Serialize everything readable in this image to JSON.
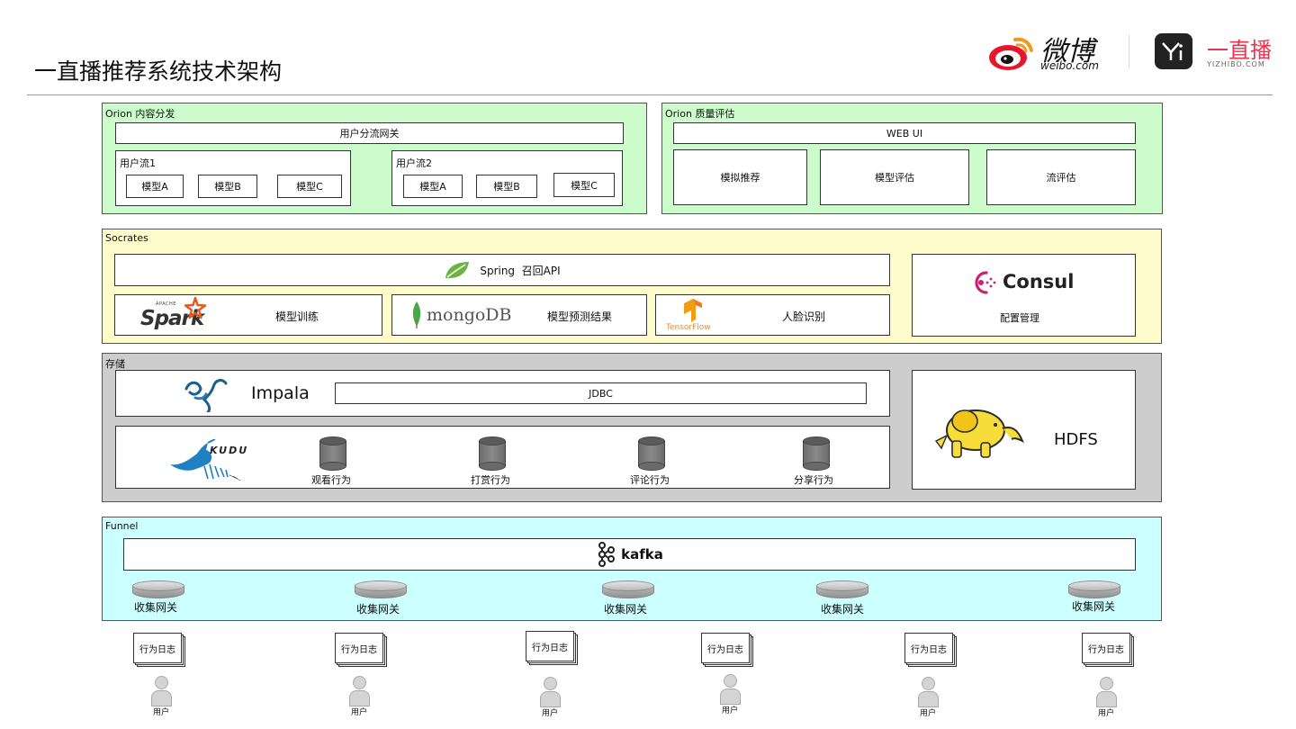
{
  "header": {
    "title": "一直播推荐系统技术架构",
    "weibo_brand": "微博",
    "weibo_domain": "weibo.com",
    "yizhibo_brand": "一直播",
    "yizhibo_domain": "YIZHIBO.COM"
  },
  "orion_distribution": {
    "label": "Orion 内容分发",
    "gateway": "用户分流网关",
    "streams": [
      {
        "label": "用户流1",
        "models": [
          "模型A",
          "模型B",
          "模型C"
        ]
      },
      {
        "label": "用户流2",
        "models": [
          "模型A",
          "模型B",
          "模型C"
        ]
      }
    ]
  },
  "orion_quality": {
    "label": "Orion 质量评估",
    "web_ui": "WEB UI",
    "items": [
      "模拟推荐",
      "模型评估",
      "流评估"
    ]
  },
  "socrates": {
    "label": "Socrates",
    "spring_api": "Spring  召回API",
    "spark_logo_top": "APACHE",
    "spark_logo": "Spark",
    "spark_task": "模型训练",
    "mongo_logo": "mongoDB",
    "mongo_task": "模型预测结果",
    "tf_logo": "TensorFlow",
    "tf_task": "人脸识别",
    "consul_logo": "Consul",
    "consul_task": "配置管理"
  },
  "storage": {
    "label": "存储",
    "impala": "Impala",
    "jdbc": "JDBC",
    "kudu_logo": "KUDU",
    "tables": [
      "观看行为",
      "打赏行为",
      "评论行为",
      "分享行为"
    ],
    "hdfs": "HDFS"
  },
  "funnel": {
    "label": "Funnel",
    "kafka": "kafka",
    "gateways": [
      "收集网关",
      "收集网关",
      "收集网关",
      "收集网关",
      "收集网关"
    ]
  },
  "sources": {
    "logs": [
      "行为日志",
      "行为日志",
      "行为日志",
      "行为日志",
      "行为日志",
      "行为日志"
    ],
    "users": [
      "用户",
      "用户",
      "用户",
      "用户",
      "用户",
      "用户"
    ]
  },
  "colors": {
    "orion": "#ccfccc",
    "socrates": "#fffccc",
    "storage": "#cdcdcd",
    "funnel": "#ccffff",
    "accent_line": "#d98a3a",
    "weibo_red": "#e6162d",
    "yizhibo_red": "#e8344e"
  }
}
